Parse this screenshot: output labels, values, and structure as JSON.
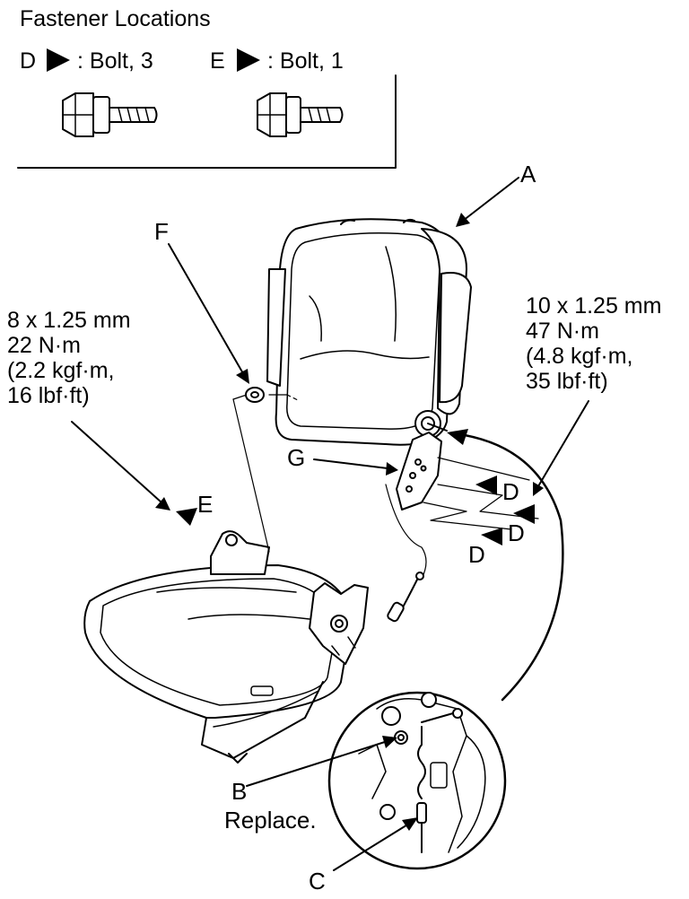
{
  "fastener_box": {
    "title": "Fastener Locations",
    "items": [
      {
        "letter": "D",
        "desc": ": Bolt, 3"
      },
      {
        "letter": "E",
        "desc": ": Bolt, 1"
      }
    ]
  },
  "callouts": {
    "A": "A",
    "B": "B",
    "B_note": "Replace.",
    "C": "C",
    "D": "D",
    "E": "E",
    "F": "F",
    "G": "G"
  },
  "torque_left": [
    "8 x 1.25 mm",
    "22 N·m",
    "(2.2 kgf·m,",
    "16 lbf·ft)"
  ],
  "torque_right": [
    "10 x 1.25 mm",
    "47 N·m",
    "(4.8 kgf·m,",
    "35 lbf·ft)"
  ]
}
